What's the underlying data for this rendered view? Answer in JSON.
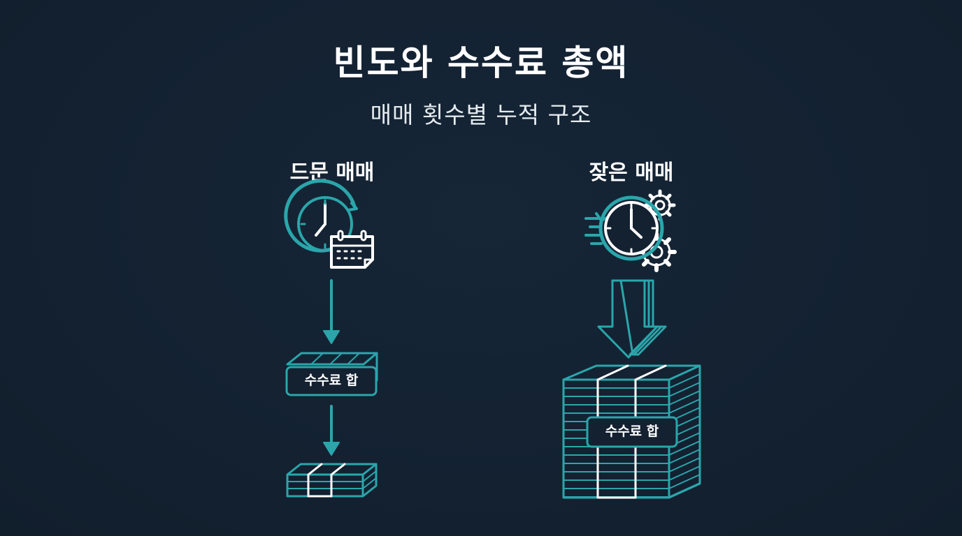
{
  "title": "빈도와 수수료 총액",
  "subtitle": "매매 횟수별 누적 구조",
  "left": {
    "label": "드문 매매",
    "fee_label": "수수료 합"
  },
  "right": {
    "label": "잦은 매매",
    "fee_label": "수수료 합"
  },
  "colors": {
    "accent": "#2aa6ab",
    "background": "#132131",
    "foreground": "#ffffff"
  },
  "icons": [
    "clock-icon",
    "calendar-icon",
    "fast-clock-icon",
    "gear-icon",
    "arrow-down-icon",
    "large-arrow-down-icon"
  ]
}
